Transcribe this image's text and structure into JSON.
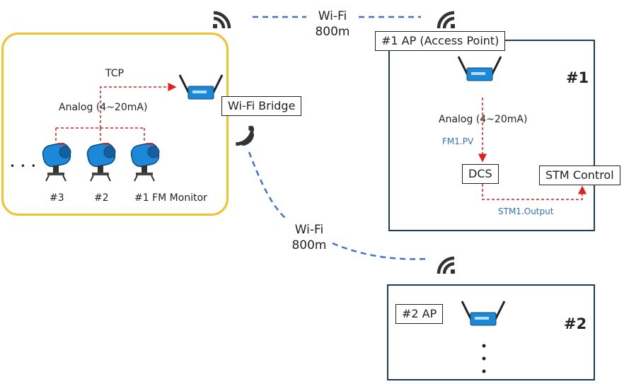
{
  "top_link": {
    "label_line1": "Wi-Fi",
    "label_line2": "800m"
  },
  "bottom_link": {
    "label_line1": "Wi-Fi",
    "label_line2": "800m"
  },
  "field_group": {
    "tcp_label": "TCP",
    "analog_label": "Analog (4~20mA)",
    "ellipsis": "• • •",
    "monitors": [
      {
        "label": "#3"
      },
      {
        "label": "#2"
      },
      {
        "label": "#1  FM Monitor"
      }
    ],
    "bridge_label": "Wi-Fi Bridge"
  },
  "site1": {
    "ap_label": "#1 AP (Access Point)",
    "number": "#1",
    "analog_label": "Analog (4~20mA)",
    "signal_label": "FM1.PV",
    "dcs_label": "DCS",
    "stm_label": "STM Control",
    "output_label": "STM1.Output"
  },
  "site2": {
    "ap_label": "#2 AP",
    "number": "#2"
  },
  "colors": {
    "field_border": "#f2c12e",
    "site_border": "#1f3864",
    "wifi_link": "#4472c4",
    "signal_line": "#e02020",
    "signal_text": "#2e75b6",
    "device_body": "#1e88d8"
  },
  "icons": [
    "wifi-icon",
    "router-icon",
    "flow-monitor-icon"
  ]
}
